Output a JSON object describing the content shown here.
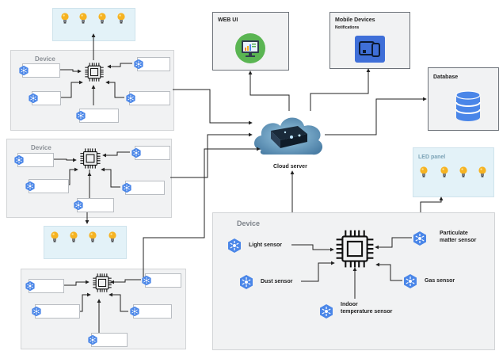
{
  "device_panels": {
    "top_left_title": "Device",
    "mid_left_title": "Device",
    "main_title": "Device"
  },
  "endpoints": {
    "web_ui": "WEB UI",
    "mobile_title": "Mobile Devices",
    "mobile_subtitle": "Notifications",
    "database": "Database"
  },
  "cloud_label": "Cloud server",
  "led_panel_label": "LED panel",
  "main_sensors": {
    "light": "Light sensor",
    "dust": "Dust sensor",
    "indoor_line1": "Indoor",
    "indoor_line2": "temperature sensor",
    "particulate_line1": "Particulate",
    "particulate_line2": "matter sensor",
    "gas": "Gas sensor"
  },
  "colors": {
    "hex_blue": "#4a86e8",
    "bulb_yellow": "#f6b321",
    "light_blue_panel": "#e3f2f8",
    "panel_gray": "#f1f2f3",
    "wire": "#222222",
    "screen_green": "#5ab552",
    "mobile_blue": "#3f6fd8"
  },
  "icons": [
    "chip-icon",
    "sensor-hex-icon",
    "light-bulb-icon",
    "cloud-server-icon",
    "monitor-icon",
    "mobile-devices-icon",
    "database-icon"
  ]
}
